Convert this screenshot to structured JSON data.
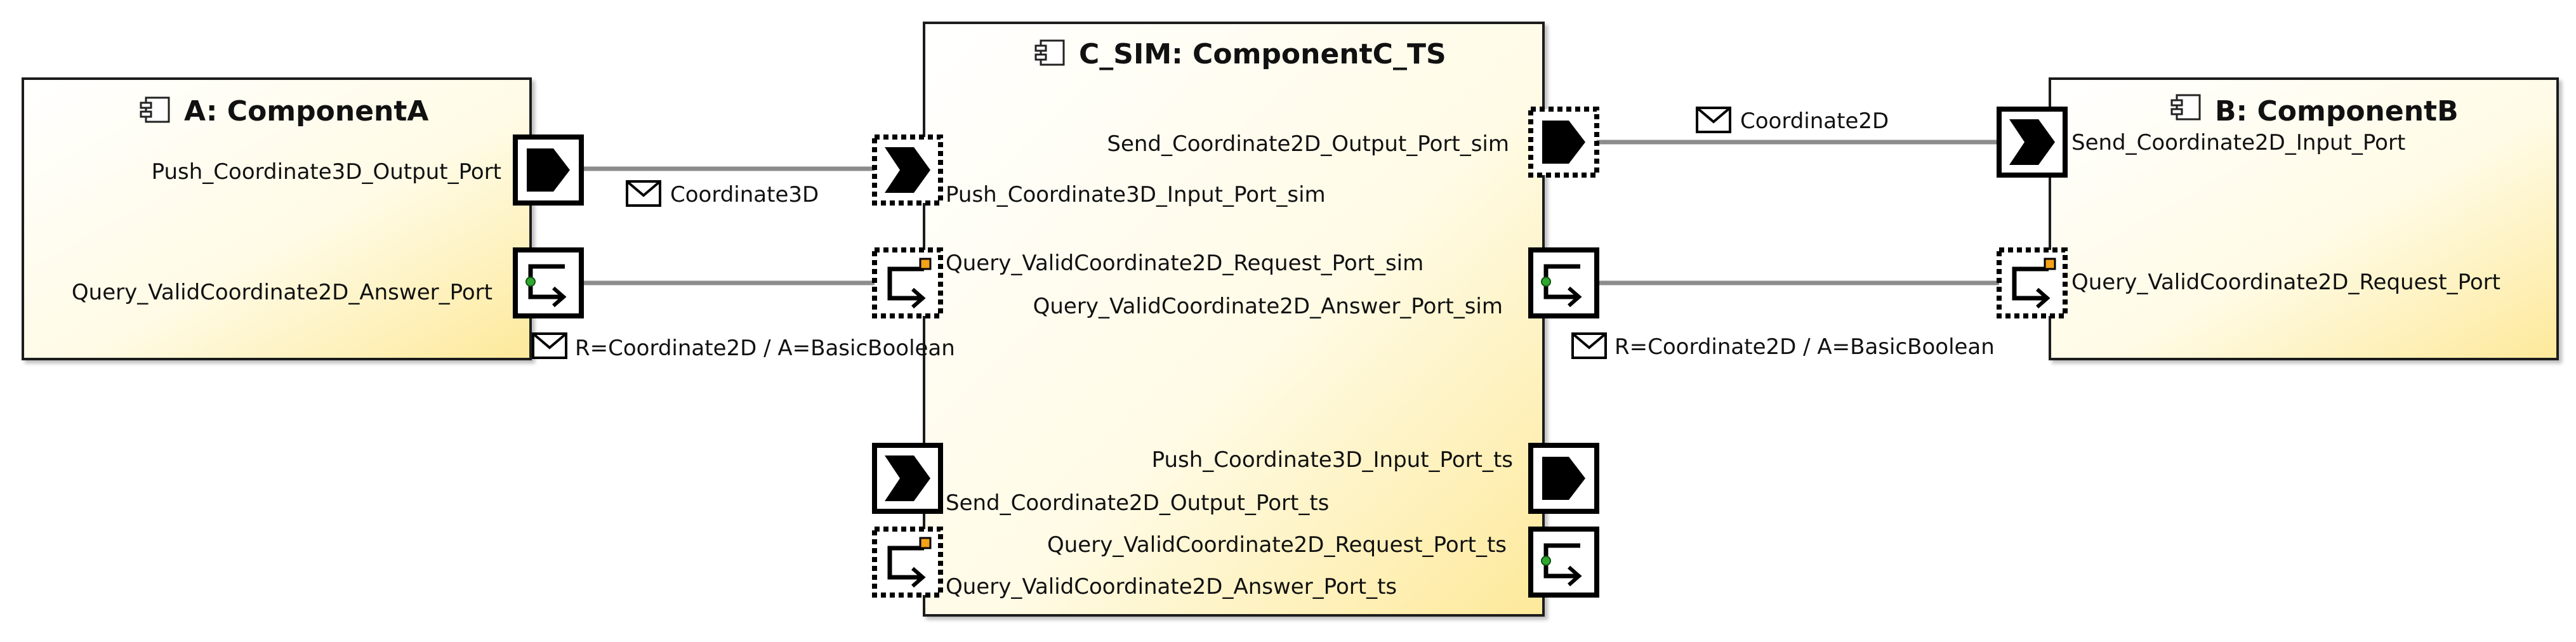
{
  "components": {
    "a": {
      "title": "A: ComponentA",
      "icon": "component-icon"
    },
    "c": {
      "title": "C_SIM: ComponentC_TS",
      "icon": "component-icon"
    },
    "b": {
      "title": "B: ComponentB",
      "icon": "component-icon"
    }
  },
  "ports": {
    "a_push_out": "Push_Coordinate3D_Output_Port",
    "a_query_answer": "Query_ValidCoordinate2D_Answer_Port",
    "c_push_in_sim": "Push_Coordinate3D_Input_Port_sim",
    "c_query_request_sim": "Query_ValidCoordinate2D_Request_Port_sim",
    "c_send_out_sim": "Send_Coordinate2D_Output_Port_sim",
    "c_query_answer_sim": "Query_ValidCoordinate2D_Answer_Port_sim",
    "c_send_out_ts": "Send_Coordinate2D_Output_Port_ts",
    "c_query_answer_ts": "Query_ValidCoordinate2D_Answer_Port_ts",
    "c_push_in_ts": "Push_Coordinate3D_Input_Port_ts",
    "c_query_request_ts": "Query_ValidCoordinate2D_Request_Port_ts",
    "b_send_in": "Send_Coordinate2D_Input_Port",
    "b_query_request": "Query_ValidCoordinate2D_Request_Port"
  },
  "connections": {
    "coord3d": "Coordinate3D",
    "query_left": "R=Coordinate2D / A=BasicBoolean",
    "coord2d": "Coordinate2D",
    "query_right": "R=Coordinate2D / A=BasicBoolean"
  },
  "colors": {
    "fill_light": "#fffef8",
    "fill_yellow": "#fdeea0",
    "border": "#1a1a1a",
    "connector": "#8c8c8c",
    "port_black": "#000000",
    "square_orange": "#f4a21a",
    "circle_green": "#2fa82f"
  }
}
